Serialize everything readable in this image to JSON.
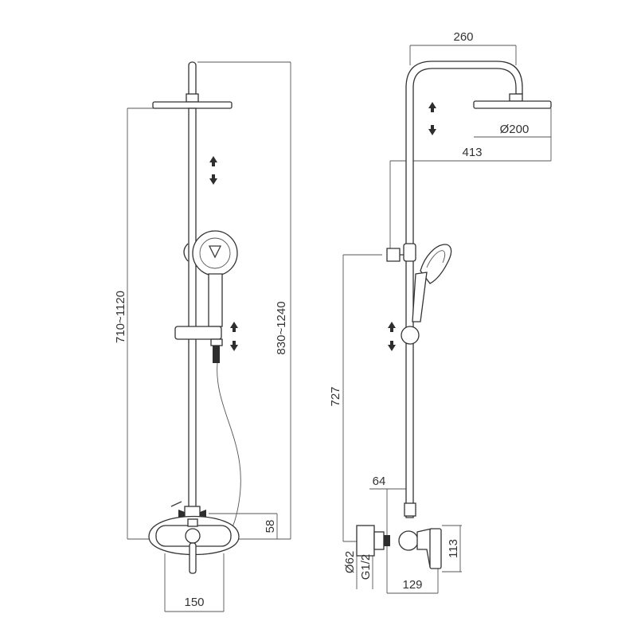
{
  "left_view": {
    "dim_total_height": "830~1240",
    "dim_bar_height": "710~1120",
    "dim_valve_offset": "58",
    "dim_valve_width": "150"
  },
  "right_view": {
    "dim_arm_reach": "260",
    "dim_head_diameter": "Ø200",
    "dim_projection": "413",
    "dim_holder_height": "727",
    "dim_connector": "64",
    "dim_pipe_diameter": "Ø62",
    "dim_thread": "G1/2",
    "dim_valve_depth": "129",
    "dim_valve_height": "113"
  }
}
